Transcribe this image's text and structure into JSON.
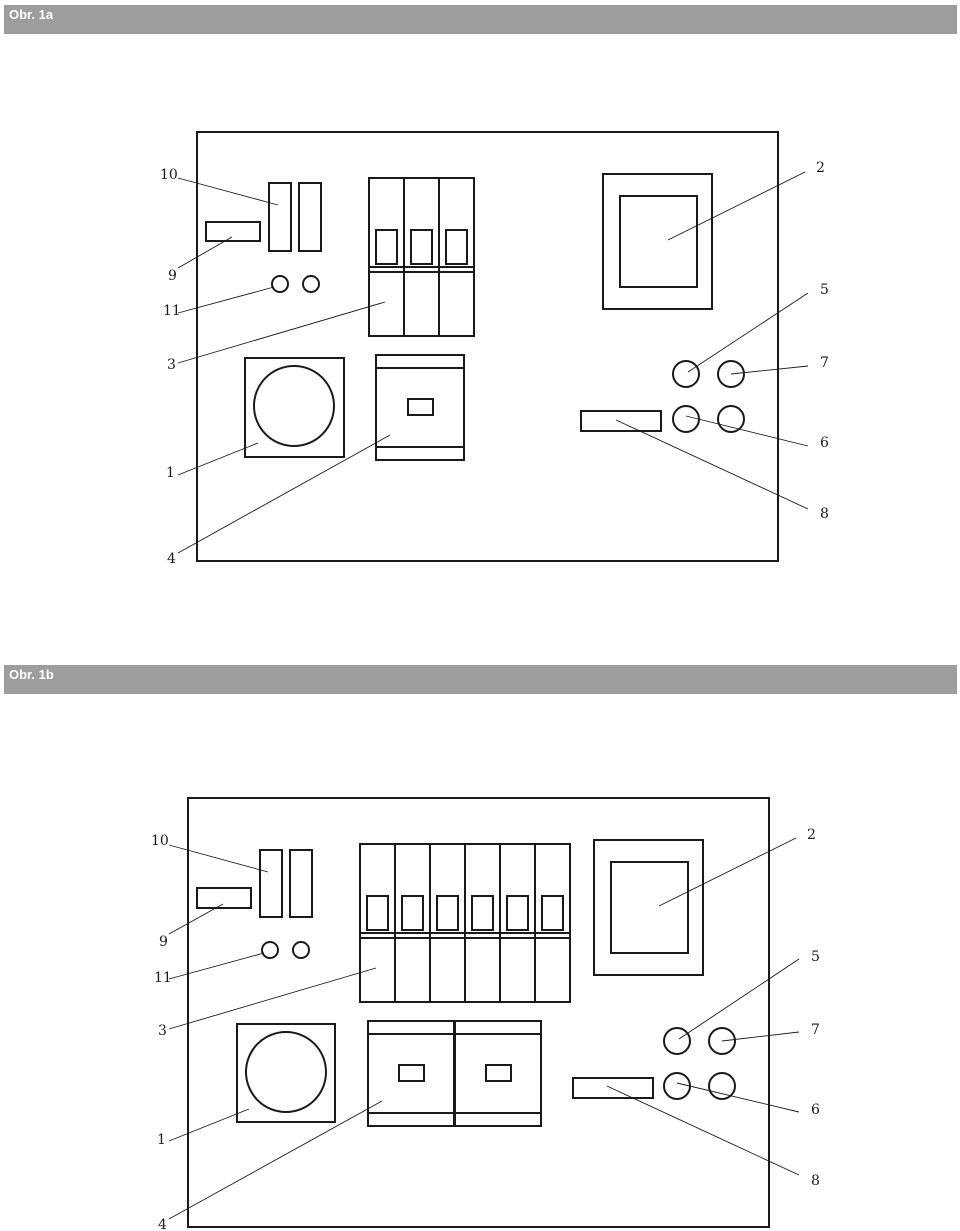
{
  "figures": [
    {
      "id": "1a",
      "title": "Obr. 1a",
      "callouts": {
        "c1": "1",
        "c2": "2",
        "c3": "3",
        "c4": "4",
        "c5": "5",
        "c6": "6",
        "c7": "7",
        "c8": "8",
        "c9": "9",
        "c10": "10",
        "c11": "11"
      }
    },
    {
      "id": "1b",
      "title": "Obr. 1b",
      "callouts": {
        "c1": "1",
        "c2": "2",
        "c3": "3",
        "c4": "4",
        "c5": "5",
        "c6": "6",
        "c7": "7",
        "c8": "8",
        "c9": "9",
        "c10": "10",
        "c11": "11"
      }
    }
  ]
}
